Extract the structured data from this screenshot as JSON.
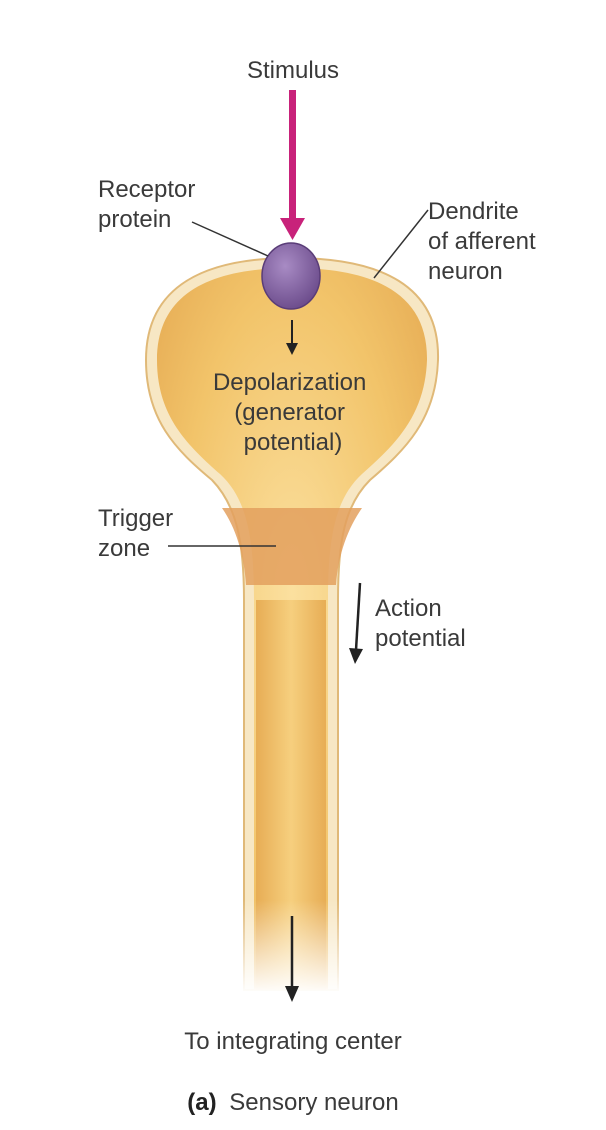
{
  "labels": {
    "stimulus": "Stimulus",
    "receptor_protein": [
      "Receptor",
      "protein"
    ],
    "dendrite": [
      "Dendrite",
      "of afferent",
      "neuron"
    ],
    "depolarization": [
      "Depolarization",
      "(generator",
      "potential)"
    ],
    "trigger_zone": [
      "Trigger",
      "zone"
    ],
    "action_potential": [
      "Action",
      "potential"
    ],
    "destination": "To integrating center"
  },
  "caption": {
    "letter": "(a)",
    "text": "Sensory neuron"
  },
  "colors": {
    "stimulus_arrow": "#c8227a",
    "receptor": "#7b5a9c",
    "neuron_fill": "#f2c46a",
    "neuron_membrane": "#f7e7c4",
    "trigger_zone": "#e3a05e"
  }
}
